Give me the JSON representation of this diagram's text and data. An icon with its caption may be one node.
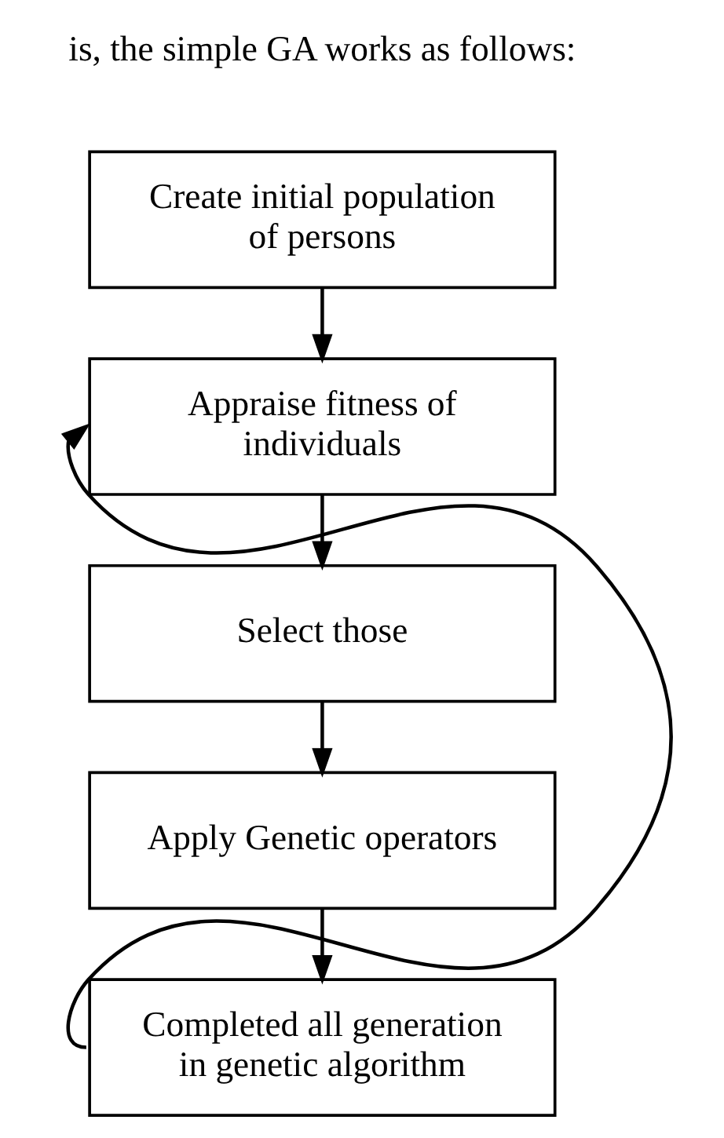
{
  "diagram": {
    "nodes": [
      {
        "text": [
          "Create initial population of persons"
        ]
      },
      {
        "text": [
          "Appraise fitness of individuals"
        ]
      },
      {
        "text": [
          "Select those"
        ]
      },
      {
        "text": [
          "Apply Genetic operators"
        ]
      },
      {
        "text": [
          "Completed all generation in genetic algorithm"
        ]
      }
    ],
    "edges": [
      {
        "from": 0,
        "to": 1,
        "arrow": "to"
      },
      {
        "from": 1,
        "to": 2,
        "arrow": "to"
      },
      {
        "from": 2,
        "to": 3,
        "arrow": "to"
      },
      {
        "from": 3,
        "to": 4,
        "arrow": "to"
      },
      {
        "from": 4,
        "to": 1,
        "arrow": "to"
      }
    ],
    "labels": [
      "is, the simple GA works as follows:"
    ]
  }
}
